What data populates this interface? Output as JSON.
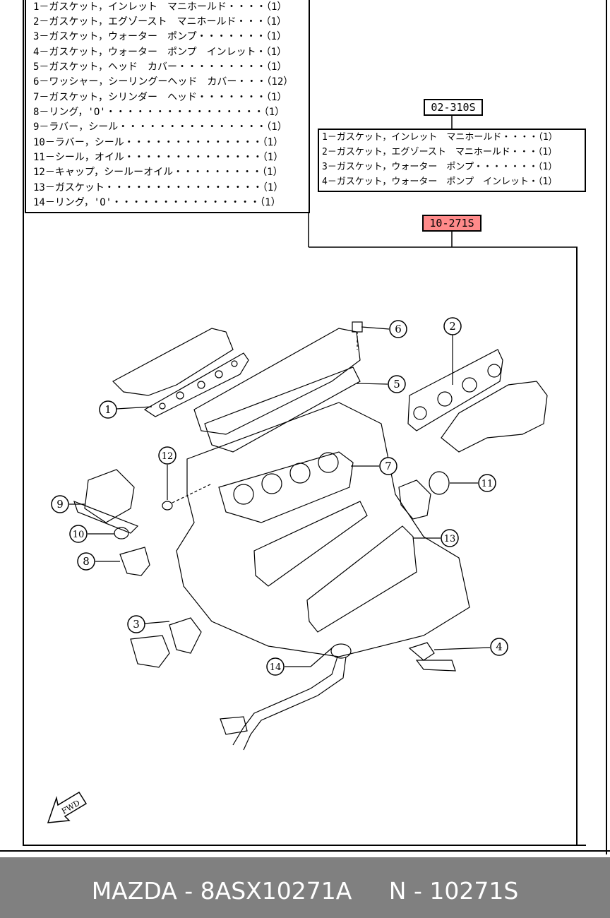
{
  "parts_list": [
    "1－ガスケット，インレット　マニホールド・・・・（1）",
    "2－ガスケット，エグゾースト　マニホールド・・・（1）",
    "3－ガスケット，ウォーター　ポンプ・・・・・・・（1）",
    "4－ガスケット，ウォーター　ポンプ　インレット・（1）",
    "5－ガスケット，ヘッド　カバー・・・・・・・・・（1）",
    "6－ワッシャー，シーリングーヘッド　カバー・・・（12）",
    "7－ガスケット，シリンダー　ヘッド・・・・・・・（1）",
    "8－リング，'O'・・・・・・・・・・・・・・・・（1）",
    "9－ラバー，シール・・・・・・・・・・・・・・・（1）",
    "10－ラバー，シール・・・・・・・・・・・・・・（1）",
    "11－シール，オイル・・・・・・・・・・・・・・（1）",
    "12－キャップ，シールーオイル・・・・・・・・・（1）",
    "13－ガスケット・・・・・・・・・・・・・・・・（1）",
    "14－リング，'O'・・・・・・・・・・・・・・・（1）"
  ],
  "subkit": {
    "code": "02-310S",
    "items": [
      "1－ガスケット，インレット　マニホールド・・・・（1）",
      "2－ガスケット，エグゾースト　マニホールド・・・（1）",
      "3－ガスケット，ウォーター　ポンプ・・・・・・・（1）",
      "4－ガスケット，ウォーター　ポンプ　インレット・（1）"
    ]
  },
  "kit_code": "10-271S",
  "callouts": [
    "1",
    "2",
    "3",
    "4",
    "5",
    "6",
    "7",
    "8",
    "9",
    "10",
    "11",
    "12",
    "13",
    "14"
  ],
  "fwd_label": "FWD",
  "footer": "MAZDA - 8ASX10271A     N - 10271S",
  "colors": {
    "highlight": "#ff8a8a",
    "footer_bg": "#808080"
  }
}
